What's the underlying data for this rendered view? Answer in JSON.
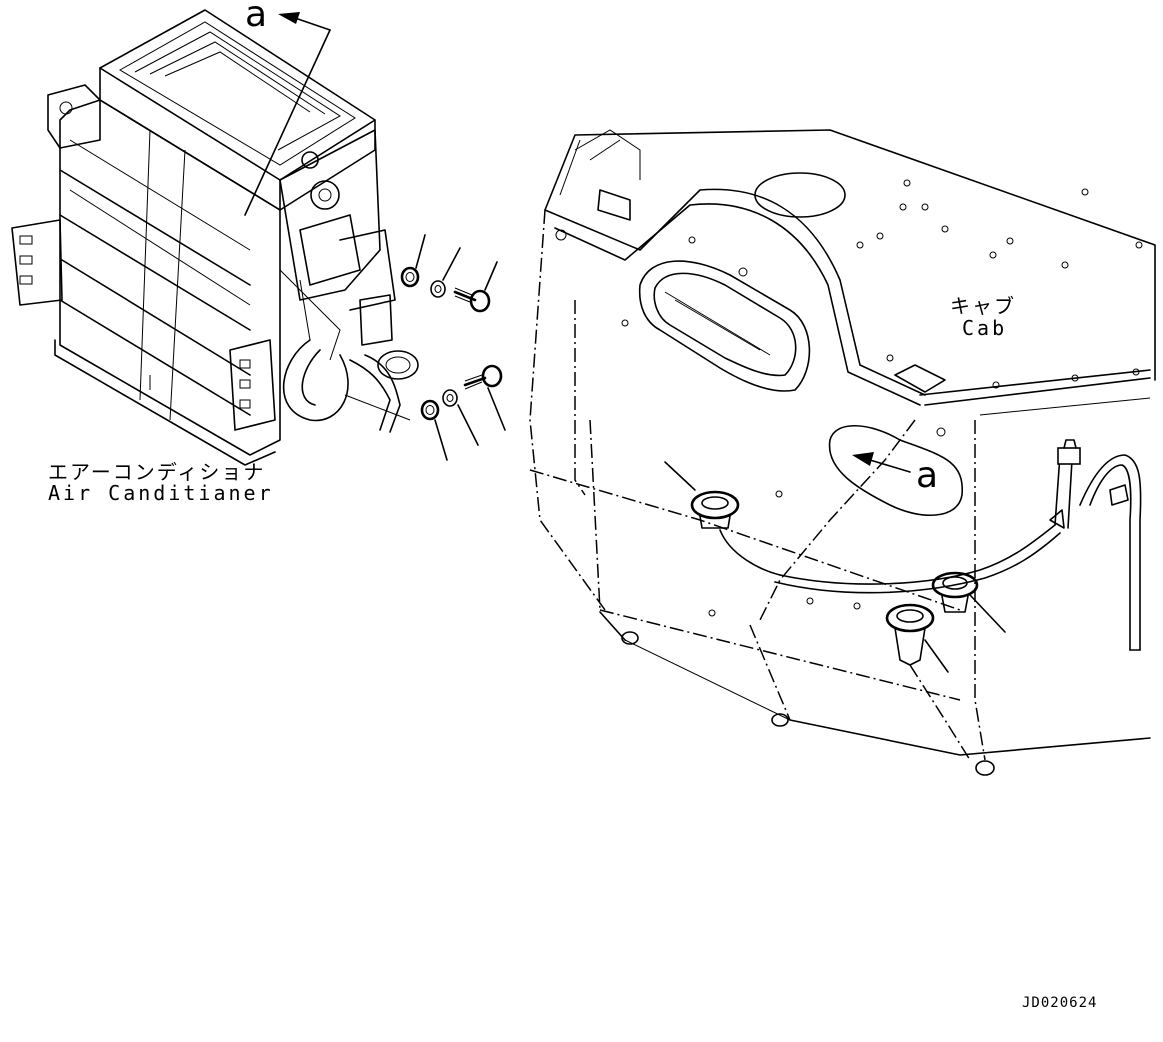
{
  "labels": {
    "air_conditioner_jp": "エアーコンディショナ",
    "air_conditioner_en": "Air Canditianer",
    "cab_jp": "キャブ",
    "cab_en": "Cab",
    "ref_mark_top": "a",
    "ref_mark_cab": "a",
    "drawing_code": "JD020624"
  }
}
